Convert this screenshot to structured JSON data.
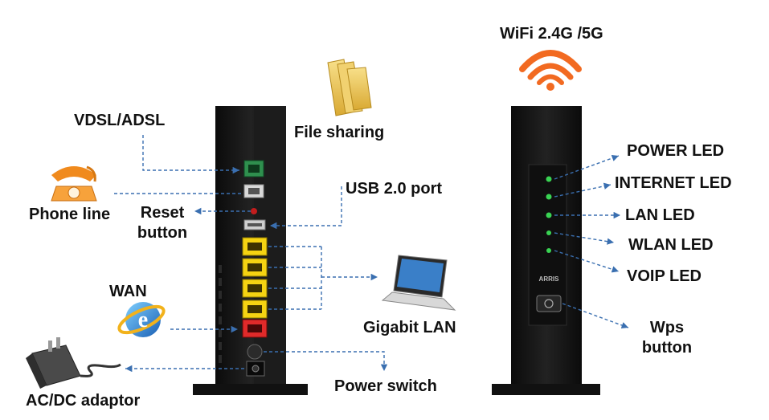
{
  "labels": {
    "vdsl": "VDSL/ADSL",
    "file_sharing": "File sharing",
    "usb": "USB 2.0 port",
    "phone_line": "Phone line",
    "reset_line1": "Reset",
    "reset_line2": "button",
    "wan": "WAN",
    "gigabit_lan": "Gigabit LAN",
    "power_switch": "Power switch",
    "acdc": "AC/DC adaptor",
    "wifi": "WiFi 2.4G /5G",
    "power_led": "POWER LED",
    "internet_led": "INTERNET LED",
    "lan_led": "LAN  LED",
    "wlan_led": "WLAN LED",
    "voip_led": "VOIP LED",
    "wps_line1": "Wps",
    "wps_line2": "button",
    "brand": "ARRIS"
  },
  "colors": {
    "device": "#141414",
    "wifi": "#f26a21",
    "arrow": "#3a6fb0",
    "led": "#39d353",
    "lan_port": "#f5d312",
    "wan_port": "#e02a2a",
    "dsl_port": "#2f8f4e"
  }
}
